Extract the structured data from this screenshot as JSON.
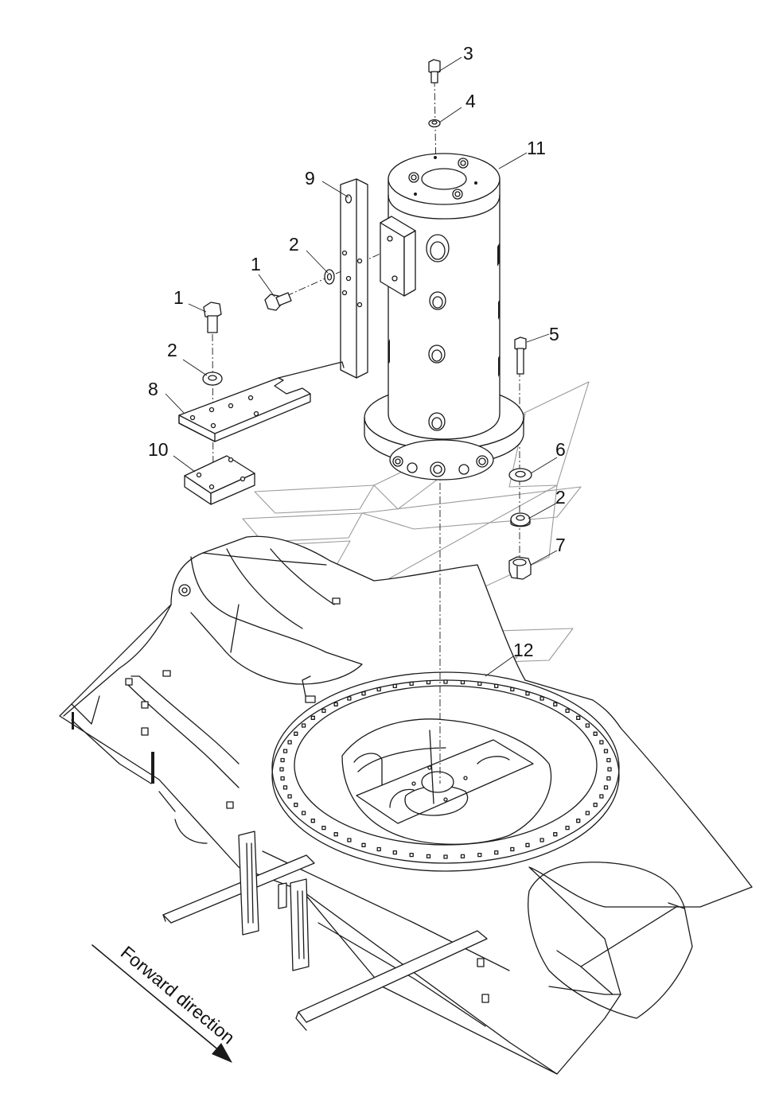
{
  "callouts": [
    "1",
    "1",
    "2",
    "2",
    "2",
    "3",
    "4",
    "5",
    "6",
    "7",
    "8",
    "9",
    "10",
    "11",
    "12"
  ],
  "direction_label": "Forward direction",
  "colors": {
    "line": "#1a1a1a",
    "watermark": "#9a9a9a",
    "background": "#ffffff"
  }
}
